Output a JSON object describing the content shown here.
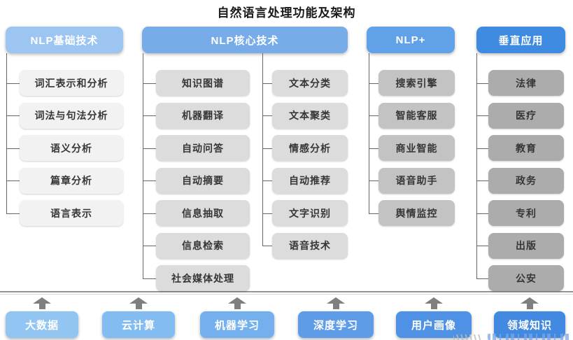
{
  "title": "自然语言处理功能及架构",
  "groups": [
    {
      "header": "NLP基础技术",
      "header_color": "#9cc5f1",
      "lists": [
        {
          "item_color": "#f2f2f2",
          "items": [
            "词汇表示和分析",
            "词法与句法分析",
            "语义分析",
            "篇章分析",
            "语言表示"
          ]
        }
      ]
    },
    {
      "header": "NLP核心技术",
      "header_color": "#77ace9",
      "lists": [
        {
          "item_color": "#dcdcdc",
          "items": [
            "知识图谱",
            "机器翻译",
            "自动问答",
            "自动摘要",
            "信息抽取",
            "信息检索",
            "社会媒体处理"
          ]
        },
        {
          "item_color": "#dcdcdc",
          "items": [
            "文本分类",
            "文本聚类",
            "情感分析",
            "自动推荐",
            "文字识别",
            "语音技术"
          ]
        }
      ]
    },
    {
      "header": "NLP+",
      "header_color": "#61a1e8",
      "lists": [
        {
          "item_color": "#c3c3c3",
          "items": [
            "搜索引擎",
            "智能客服",
            "商业智能",
            "语音助手",
            "舆情监控"
          ]
        }
      ]
    },
    {
      "header": "垂直应用",
      "header_color": "#3e8be1",
      "lists": [
        {
          "item_color": "#acacac",
          "items": [
            "法律",
            "医疗",
            "教育",
            "政务",
            "专利",
            "出版",
            "公安"
          ]
        }
      ]
    }
  ],
  "foundation": {
    "items": [
      {
        "label": "大数据",
        "color": "#92c5f1"
      },
      {
        "label": "云计算",
        "color": "#83bcf0"
      },
      {
        "label": "机器学习",
        "color": "#74b0ed"
      },
      {
        "label": "深度学习",
        "color": "#5f9ce8"
      },
      {
        "label": "用户画像",
        "color": "#4e91e5"
      },
      {
        "label": "领域知识",
        "color": "#4289e2"
      }
    ],
    "arrow_color": "#7f7f7f"
  },
  "colors": {
    "connector": "#666666",
    "separator": "#949494",
    "item_text": "#363636",
    "watermark_blue": "#79a7e8",
    "watermark_gray": "#bdbdbd"
  }
}
